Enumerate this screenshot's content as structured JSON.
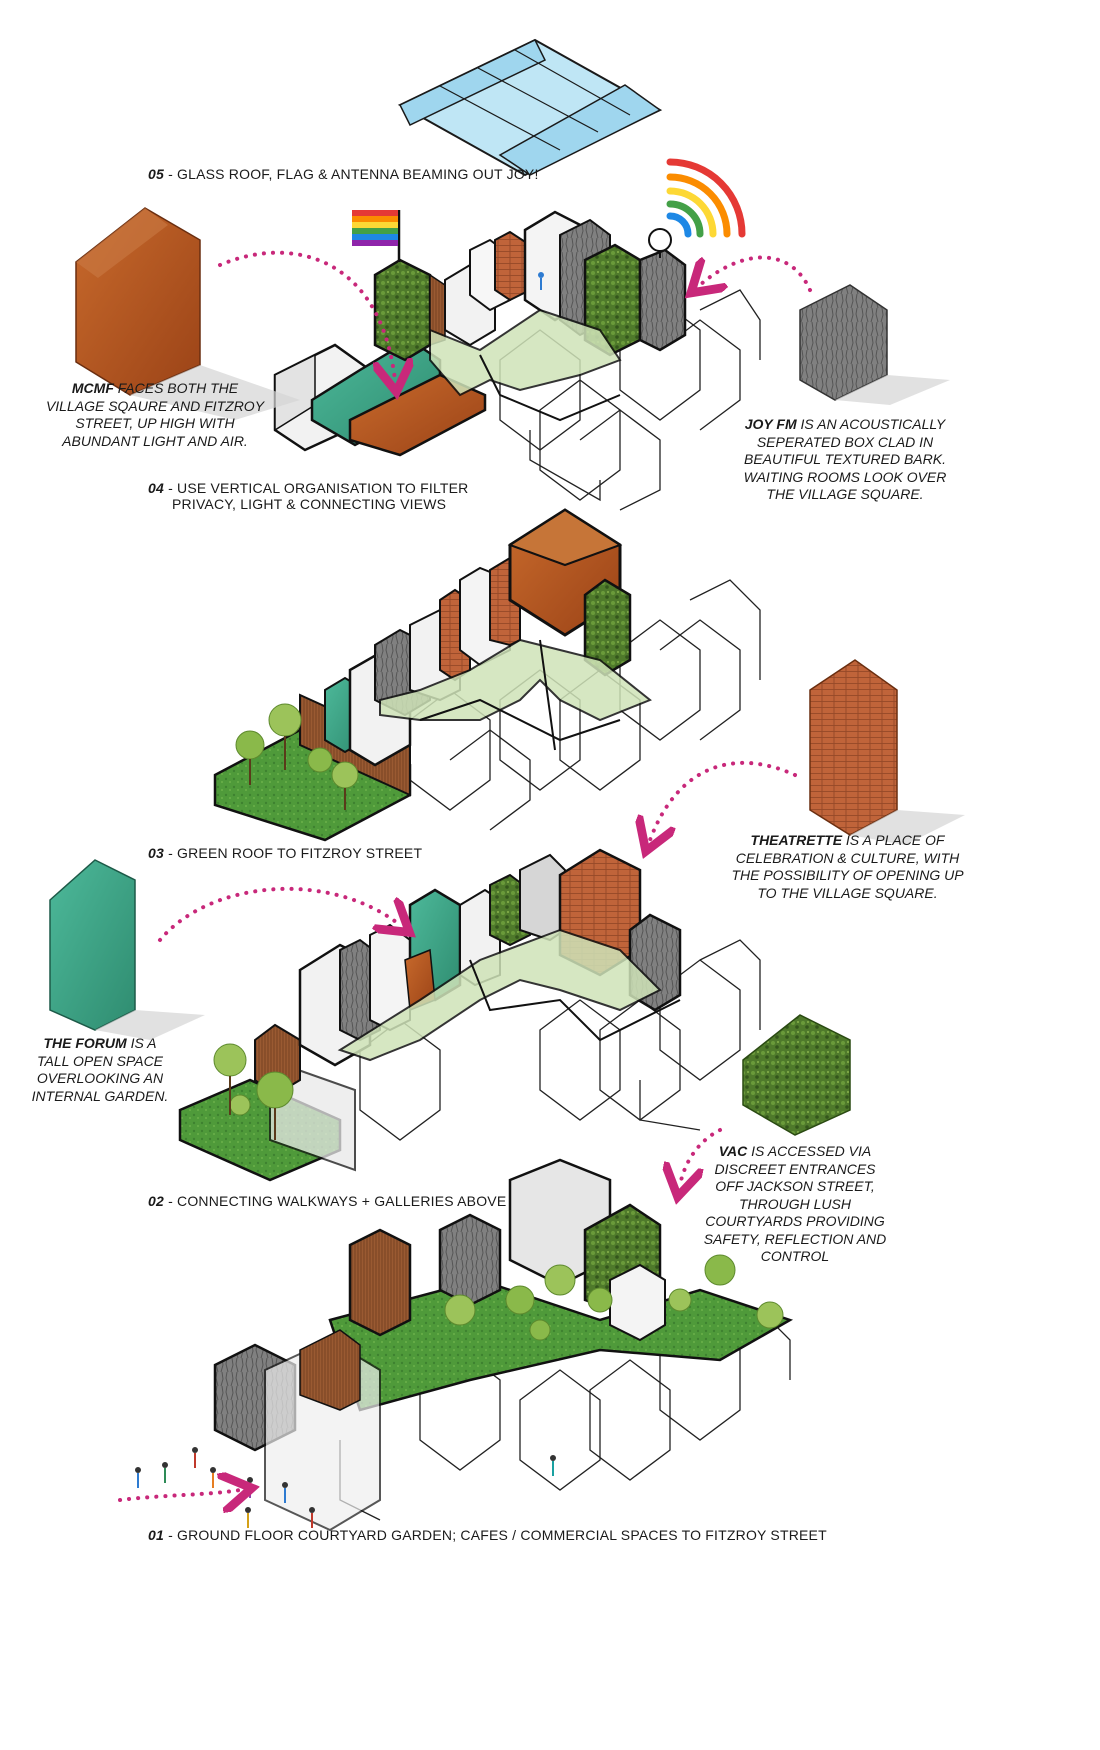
{
  "levels": [
    {
      "num": "05",
      "text": " - GLASS ROOF, FLAG & ANTENNA BEAMING OUT JOY!"
    },
    {
      "num": "04",
      "text": " - USE VERTICAL ORGANISATION TO FILTER",
      "text2": "PRIVACY, LIGHT & CONNECTING VIEWS"
    },
    {
      "num": "03",
      "text": " - GREEN ROOF TO FITZROY STREET"
    },
    {
      "num": "02",
      "text": " - CONNECTING WALKWAYS + GALLERIES ABOVE"
    },
    {
      "num": "01",
      "text": " - GROUND FLOOR COURTYARD GARDEN; CAFES / COMMERCIAL SPACES TO FITZROY STREET"
    }
  ],
  "notes": {
    "mcmf": {
      "name": "MCMF",
      "lines": [
        " FACES BOTH THE",
        "VILLAGE SQAURE AND FITZROY",
        "STREET,  UP HIGH WITH",
        "ABUNDANT LIGHT AND AIR."
      ]
    },
    "joyfm": {
      "name": "JOY FM",
      "lines": [
        " IS AN ACOUSTICALLY",
        "SEPERATED BOX CLAD IN",
        "BEAUTIFUL TEXTURED BARK.",
        "WAITING ROOMS LOOK OVER",
        "THE VILLAGE SQUARE."
      ]
    },
    "theatrette": {
      "name": "THEATRETTE",
      "lines": [
        " IS A PLACE OF",
        "CELEBRATION & CULTURE, WITH",
        "THE POSSIBILITY OF OPENING UP",
        "TO THE VILLAGE SQUARE."
      ]
    },
    "forum": {
      "name": "THE FORUM",
      "lines": [
        " IS A",
        "TALL OPEN SPACE",
        "OVERLOOKING AN",
        "INTERNAL GARDEN."
      ]
    },
    "vac": {
      "name": "VAC",
      "lines": [
        " IS ACCESSED VIA",
        "DISCREET ENTRANCES",
        "OFF JACKSON STREET,",
        "THROUGH LUSH",
        "COURTYARDS PROVIDING",
        "SAFETY, REFLECTION AND",
        "CONTROL"
      ]
    }
  },
  "colors": {
    "accent_pink": "#c8287a",
    "copper": "#b5531f",
    "brick": "#c0643a",
    "teal": "#3aa889",
    "moss": "#4f7a2b",
    "bark": "#7d7d7d",
    "glass": "#bfe6f5",
    "walkway": "#cfe3b8",
    "lawn": "#4f9a3a"
  }
}
